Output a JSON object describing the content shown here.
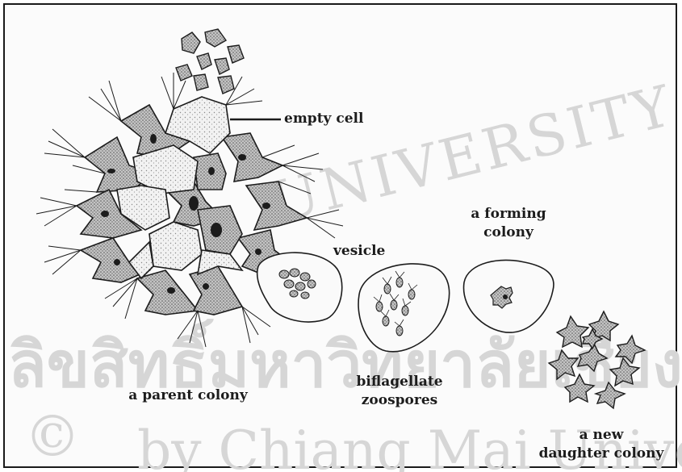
{
  "labels": {
    "empty_cell": "empty cell",
    "vesicle": "vesicle",
    "forming_colony_line1": "a forming",
    "forming_colony_line2": "colony",
    "parent_colony": "a parent colony",
    "zoospores_line1": "biflagellate",
    "zoospores_line2": "zoospores",
    "daughter_line1": "a new",
    "daughter_line2": "daughter colony"
  },
  "watermark": {
    "arc_text": "UNIVERSITY",
    "thai_text": "ลิขสิทธิ์มหาวิทยาลัยเชียงใหม่",
    "bottom_text": "by Chiang Mai University",
    "copyright_symbol": "©"
  },
  "colors": {
    "ink": "#1c1c1c",
    "cell_fill": "#b9b9b9",
    "watermark": "#d6d6d6",
    "frame": "#1a1a1a"
  }
}
